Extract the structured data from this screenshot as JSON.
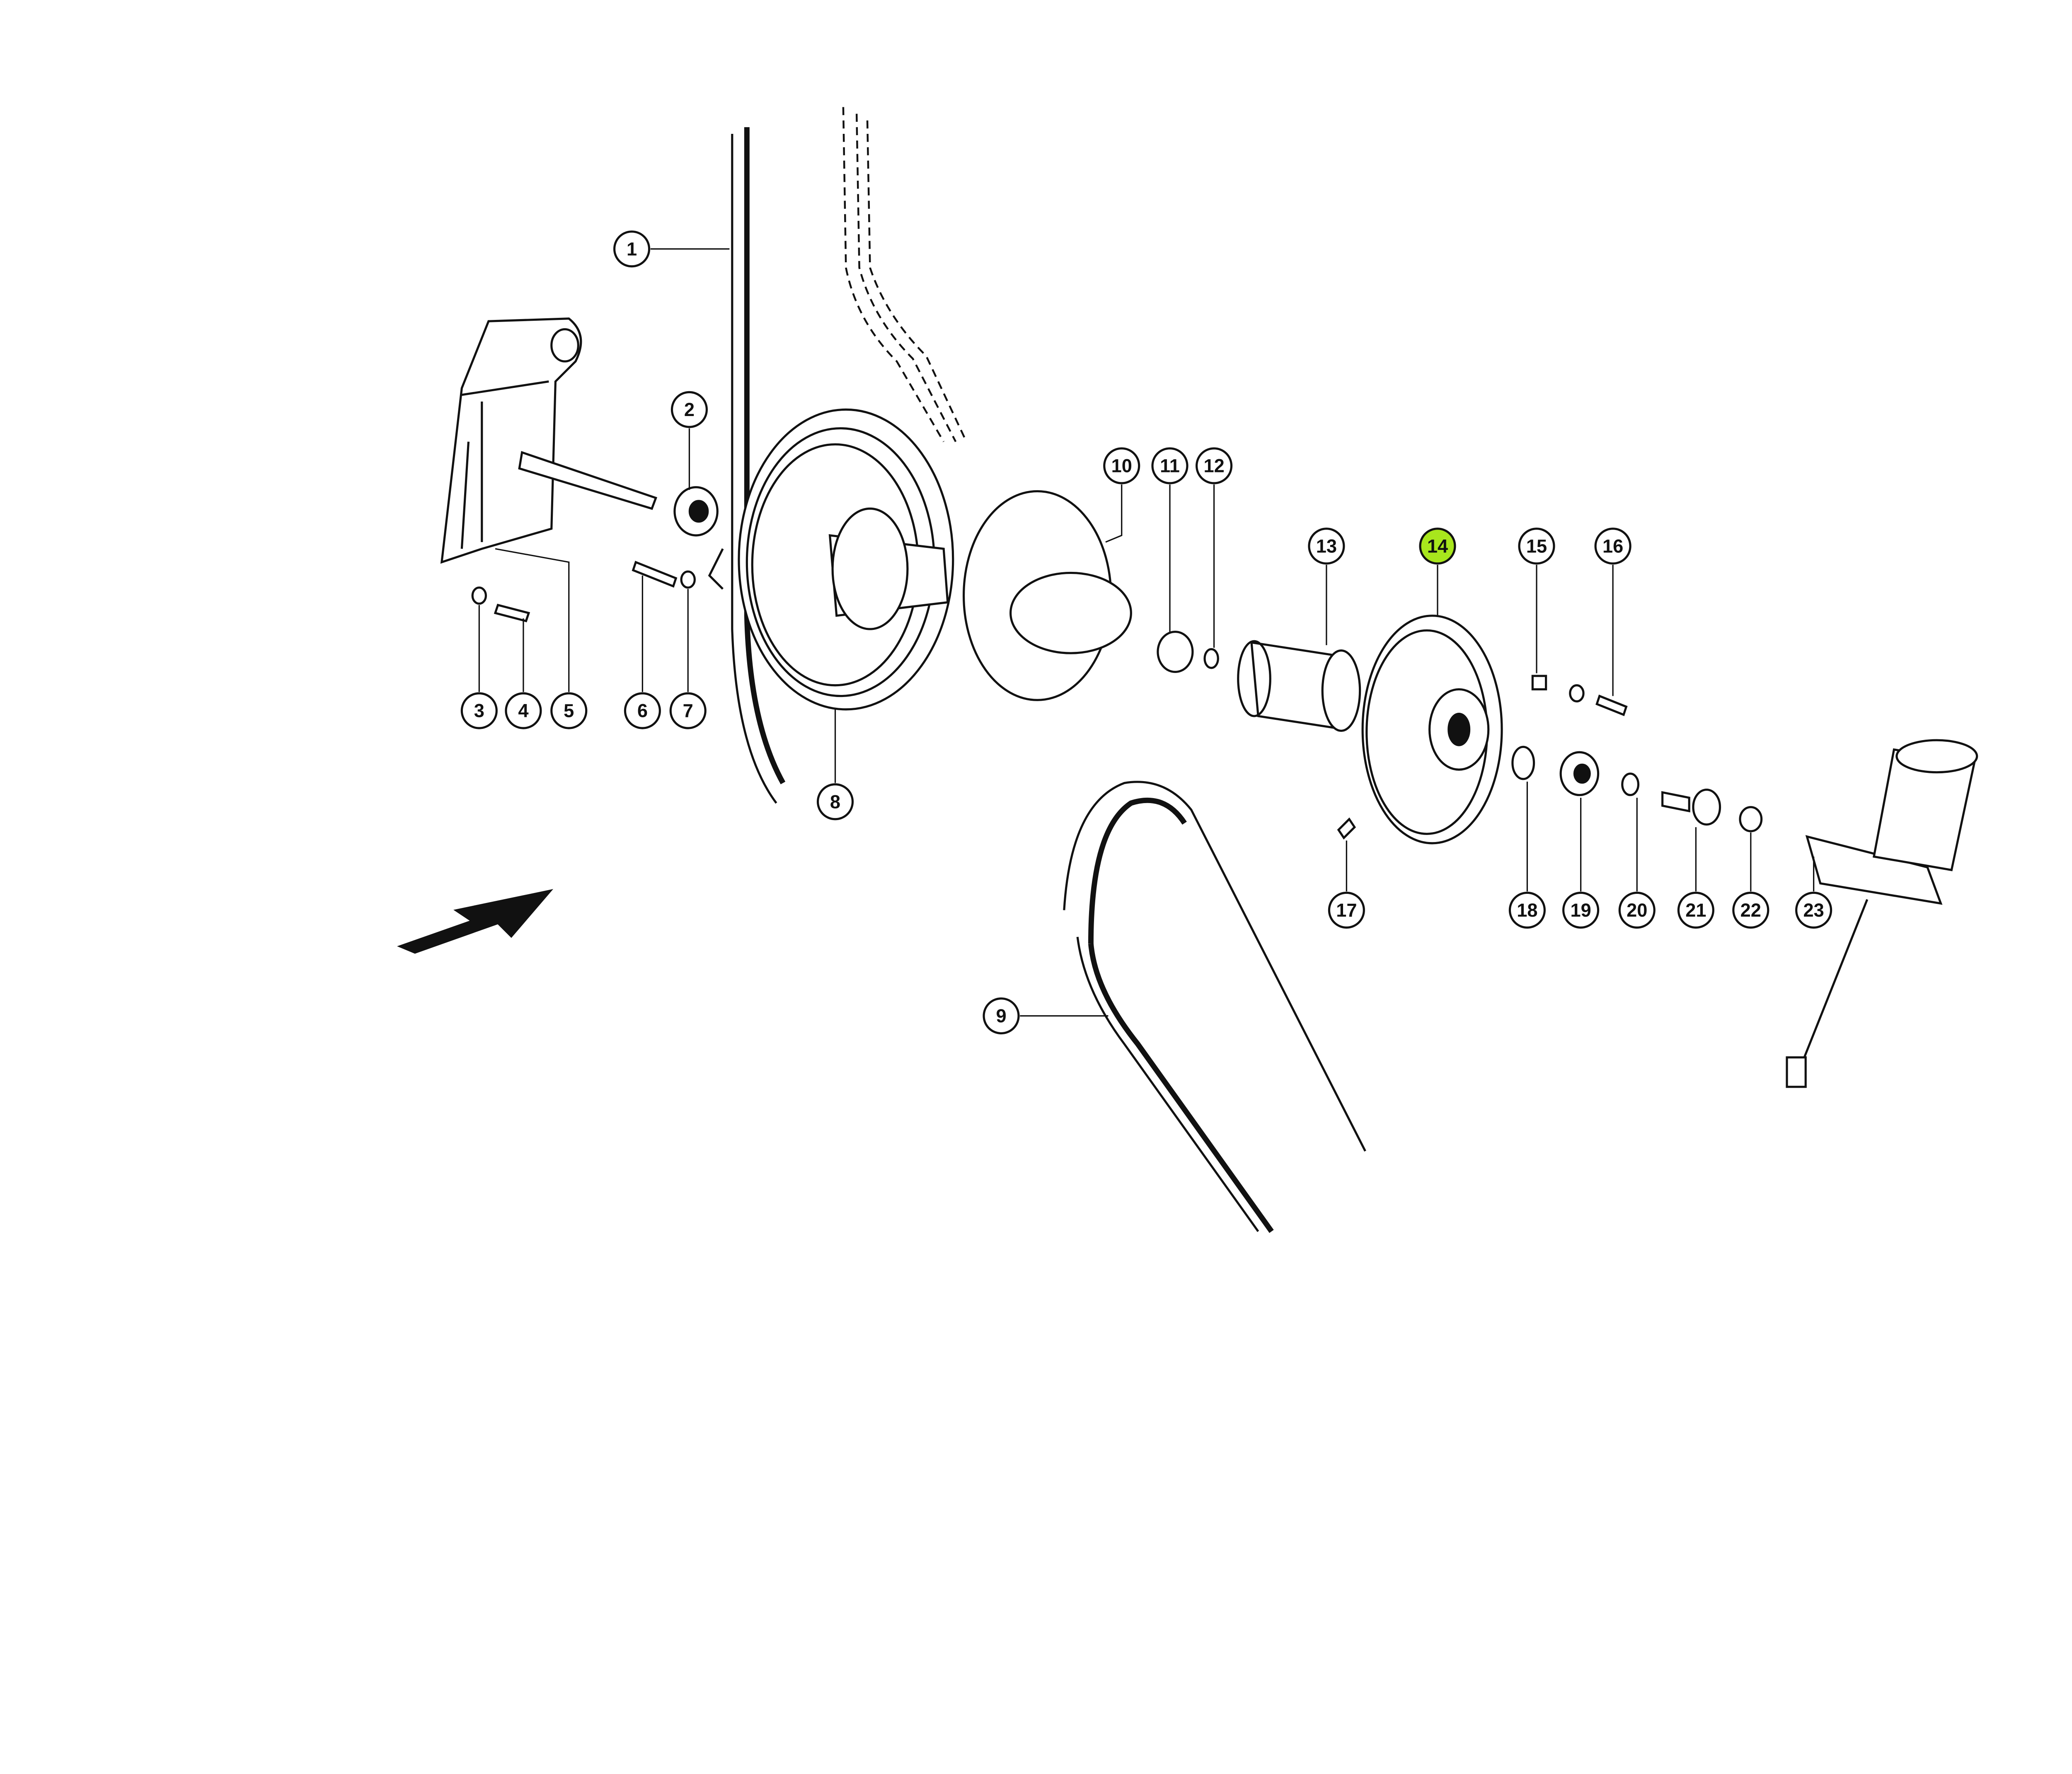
{
  "diagram": {
    "highlight_color": "#a8e61d",
    "highlighted_part": "14",
    "callouts": [
      {
        "label": "1"
      },
      {
        "label": "2"
      },
      {
        "label": "3"
      },
      {
        "label": "4"
      },
      {
        "label": "5"
      },
      {
        "label": "6"
      },
      {
        "label": "7"
      },
      {
        "label": "8"
      },
      {
        "label": "9"
      },
      {
        "label": "10"
      },
      {
        "label": "11"
      },
      {
        "label": "12"
      },
      {
        "label": "13"
      },
      {
        "label": "14"
      },
      {
        "label": "15"
      },
      {
        "label": "16"
      },
      {
        "label": "17"
      },
      {
        "label": "18"
      },
      {
        "label": "19"
      },
      {
        "label": "20"
      },
      {
        "label": "21"
      },
      {
        "label": "22"
      },
      {
        "label": "23"
      }
    ]
  }
}
